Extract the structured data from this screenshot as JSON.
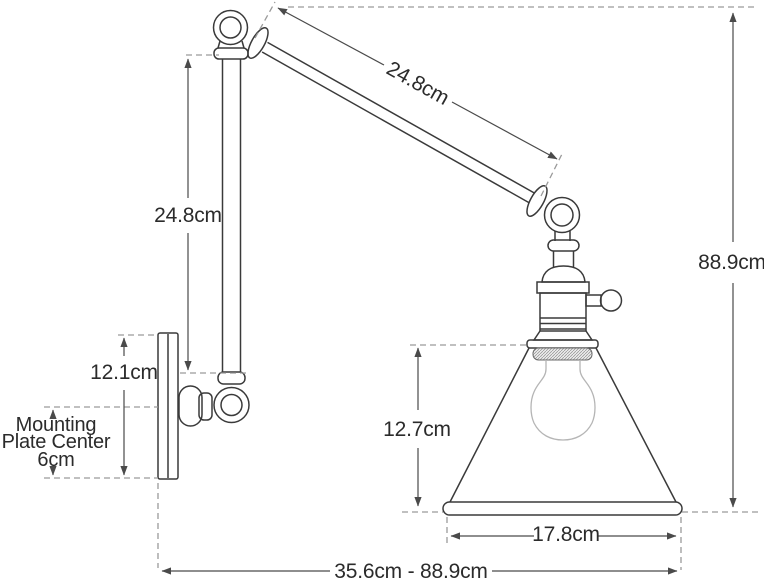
{
  "labels": {
    "arm_diagonal_length": "24.8cm",
    "arm_vertical_length": "24.8cm",
    "overall_height": "88.9cm",
    "backplate_height": "12.1cm",
    "mounting_plate_line1": "Mounting",
    "mounting_plate_line2": "Plate Center",
    "mounting_plate_offset": "6cm",
    "shade_height": "12.7cm",
    "shade_diameter": "17.8cm",
    "extension_range": "35.6cm - 88.9cm"
  },
  "colors": {
    "outline": "#3a3a3a",
    "dimension_line": "#4a4a4a",
    "dashed_line": "#9a9a9a",
    "bulb_outline": "#b5b5b5",
    "text": "#2b2b2b",
    "background": "#ffffff"
  },
  "units": "cm"
}
